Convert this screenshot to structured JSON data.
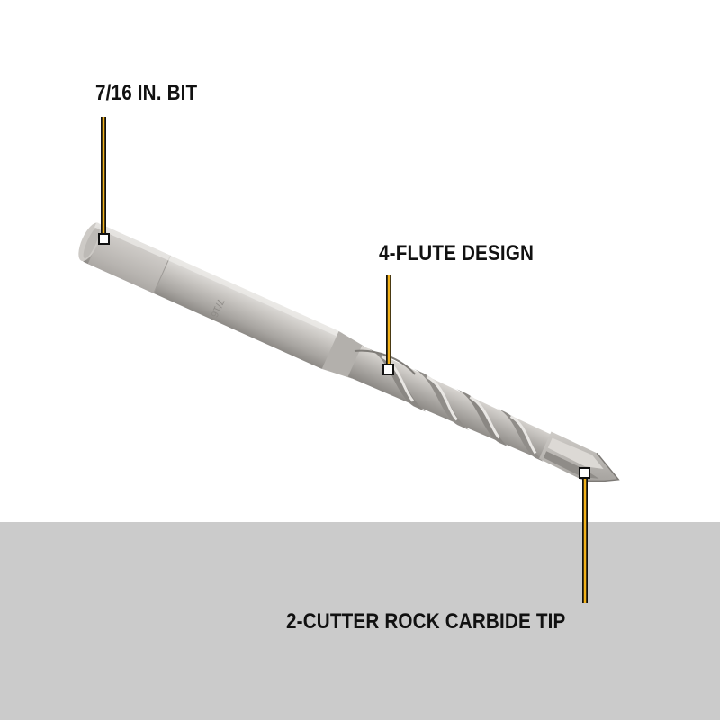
{
  "callouts": {
    "bit_size": "7/16 IN. BIT",
    "flute_design": "4-FLUTE DESIGN",
    "carbide_tip": "2-CUTTER ROCK CARBIDE TIP"
  },
  "colors": {
    "callout_line": "#f2b21b",
    "callout_line_outline": "#111111",
    "marker_fill": "#ffffff",
    "floor": "#cbcbcb",
    "background": "#ffffff",
    "steel": "#b9b6b2"
  }
}
